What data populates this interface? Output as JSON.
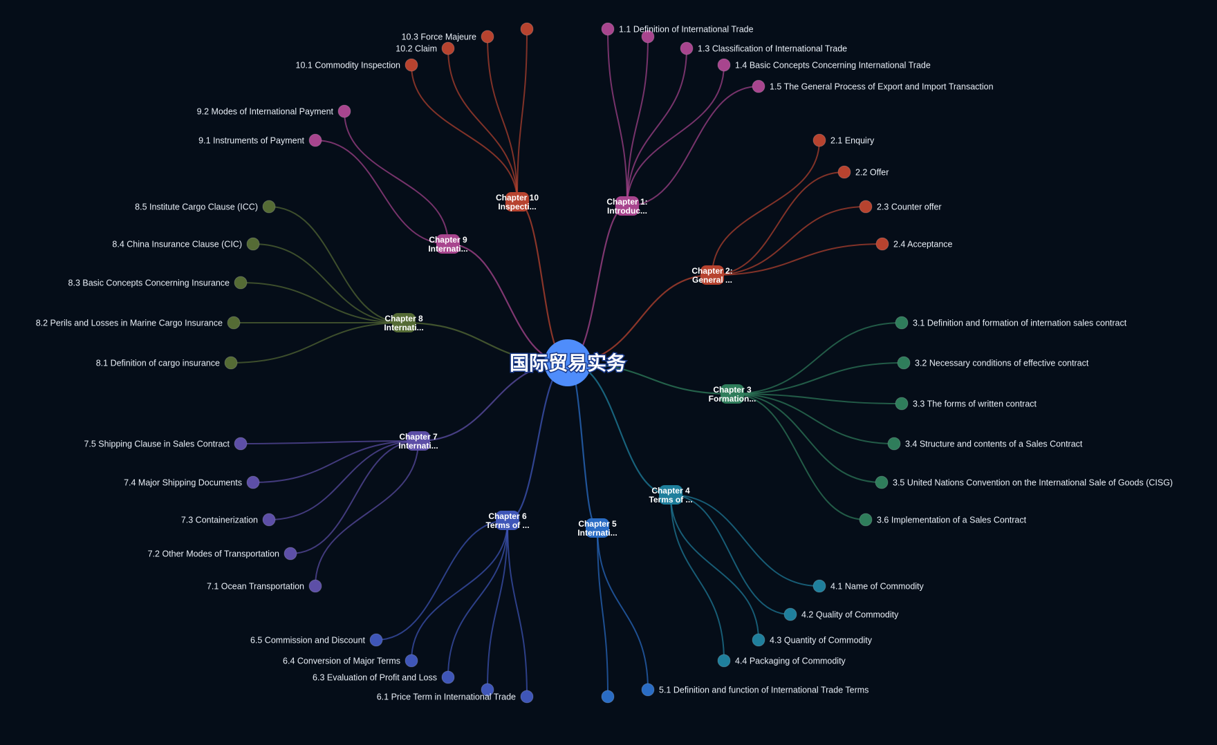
{
  "root": {
    "label": "国际贸易实务",
    "color": "#4f8dfb"
  },
  "chapters": [
    {
      "id": "ch1",
      "line1": "Chapter 1:",
      "line2": "Introduc...",
      "color": "#a8458e",
      "topics": [
        "1.1 Definition of International Trade",
        "",
        "1.3 Classification of International Trade",
        "1.4 Basic Concepts Concerning International Trade",
        "1.5 The General Process of Export and Import Transaction"
      ]
    },
    {
      "id": "ch2",
      "line1": "Chapter 2:",
      "line2": "General ...",
      "color": "#b7432f",
      "topics": [
        "2.1 Enquiry",
        "2.2 Offer",
        "2.3 Counter offer",
        "2.4 Acceptance"
      ]
    },
    {
      "id": "ch3",
      "line1": "Chapter 3",
      "line2": "Formation...",
      "color": "#2f7d5b",
      "topics": [
        "3.1 Definition and formation of internation sales contract",
        "3.2 Necessary conditions of effective contract",
        "3.3 The forms of written contract",
        "3.4 Structure and contents of a Sales Contract",
        "3.5 United Nations Convention on the International Sale of Goods (CISG)",
        "3.6 Implementation of a Sales Contract"
      ]
    },
    {
      "id": "ch4",
      "line1": "Chapter 4",
      "line2": "Terms of ...",
      "color": "#1f7f9c",
      "topics": [
        "4.1 Name of Commodity",
        "4.2 Quality of Commodity",
        "4.3 Quantity of Commodity",
        "4.4 Packaging of Commodity"
      ]
    },
    {
      "id": "ch5",
      "line1": "Chapter 5",
      "line2": "Internati...",
      "color": "#2a6cc4",
      "topics": [
        "",
        "5.1 Definition and function of International Trade Terms"
      ]
    },
    {
      "id": "ch6",
      "line1": "Chapter 6",
      "line2": "Terms of ...",
      "color": "#3f56b8",
      "topics": [
        "6.5 Commission and Discount",
        "6.4 Conversion of Major Terms",
        "6.3 Evaluation of Profit and Loss",
        "",
        "6.1 Price Term in International Trade"
      ]
    },
    {
      "id": "ch7",
      "line1": "Chapter 7",
      "line2": "Internati...",
      "color": "#5d4fa7",
      "topics": [
        "7.5 Shipping Clause in Sales Contract",
        "7.4 Major Shipping Documents",
        "7.3 Containerization",
        "7.2 Other Modes of Transportation",
        "7.1 Ocean Transportation"
      ]
    },
    {
      "id": "ch8",
      "line1": "Chapter 8",
      "line2": "Internati...",
      "color": "#556b35",
      "topics": [
        "8.5 Institute Cargo Clause (ICC)",
        "8.4 China Insurance Clause (CIC)",
        "8.3 Basic Concepts Concerning Insurance",
        "8.2 Perils and Losses in Marine Cargo Insurance",
        "8.1 Definition of cargo insurance"
      ]
    },
    {
      "id": "ch9",
      "line1": "Chapter 9",
      "line2": "Internati...",
      "color": "#a8458e",
      "topics": [
        "9.2 Modes of International Payment",
        "9.1 Instruments of Payment"
      ]
    },
    {
      "id": "ch10",
      "line1": "Chapter 10",
      "line2": "Inspecti...",
      "color": "#b7432f",
      "topics": [
        "10.3 Force Majeure",
        "10.2 Claim",
        "10.1 Commodity Inspection",
        ""
      ]
    }
  ]
}
